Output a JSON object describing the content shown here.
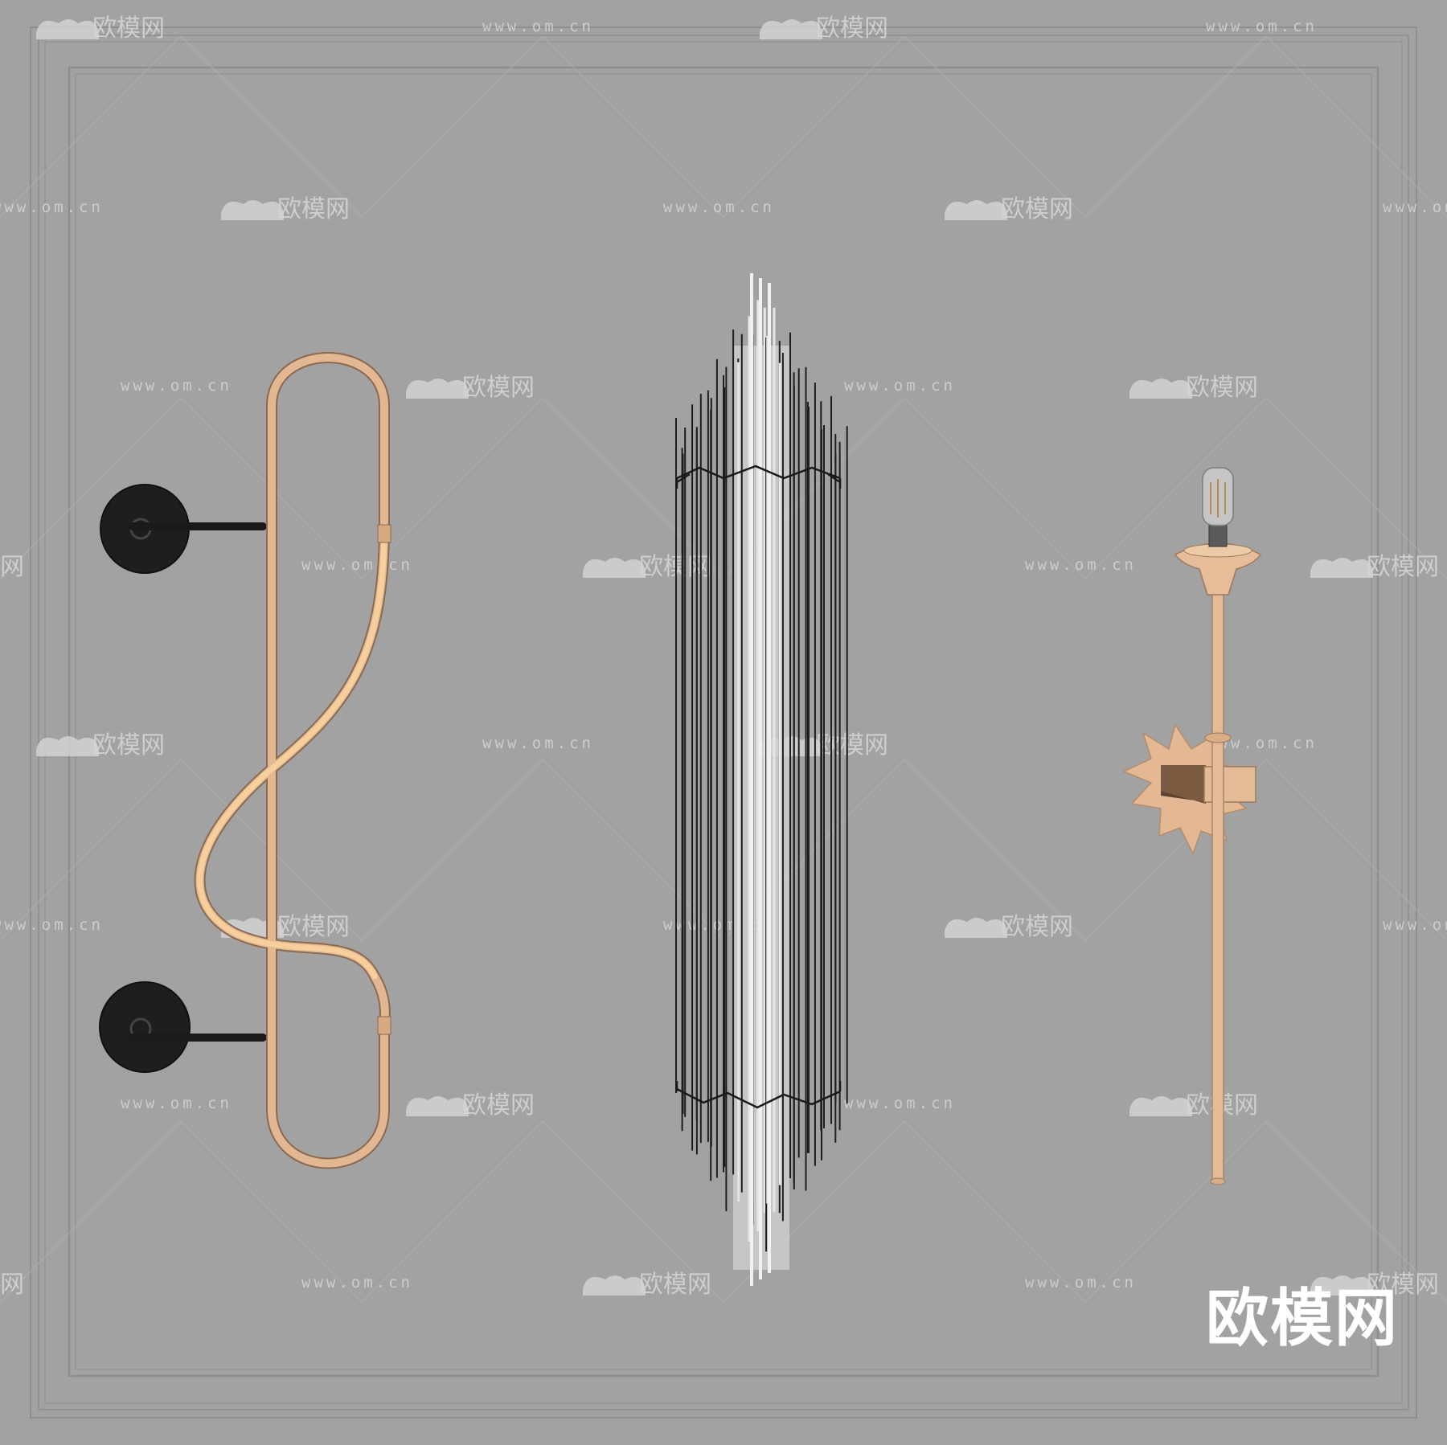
{
  "scene": {
    "background": "#a2a2a2",
    "frame_line_color": "#8c8c8c",
    "objects": [
      {
        "name": "wave-wall-sconce",
        "color": "#e0b48e",
        "mount_color": "#1f1f1f"
      },
      {
        "name": "crystal-rod-wall-sconce",
        "color": "#2a2a2a",
        "core_color": "#c8c8c8"
      },
      {
        "name": "torch-wall-sconce",
        "color": "#e2b995"
      }
    ]
  },
  "watermark": {
    "text": "欧模网",
    "url": "www.om.cn",
    "color": "#d6d6d6"
  },
  "brand": {
    "text": "欧模网",
    "color": "#ffffff"
  }
}
